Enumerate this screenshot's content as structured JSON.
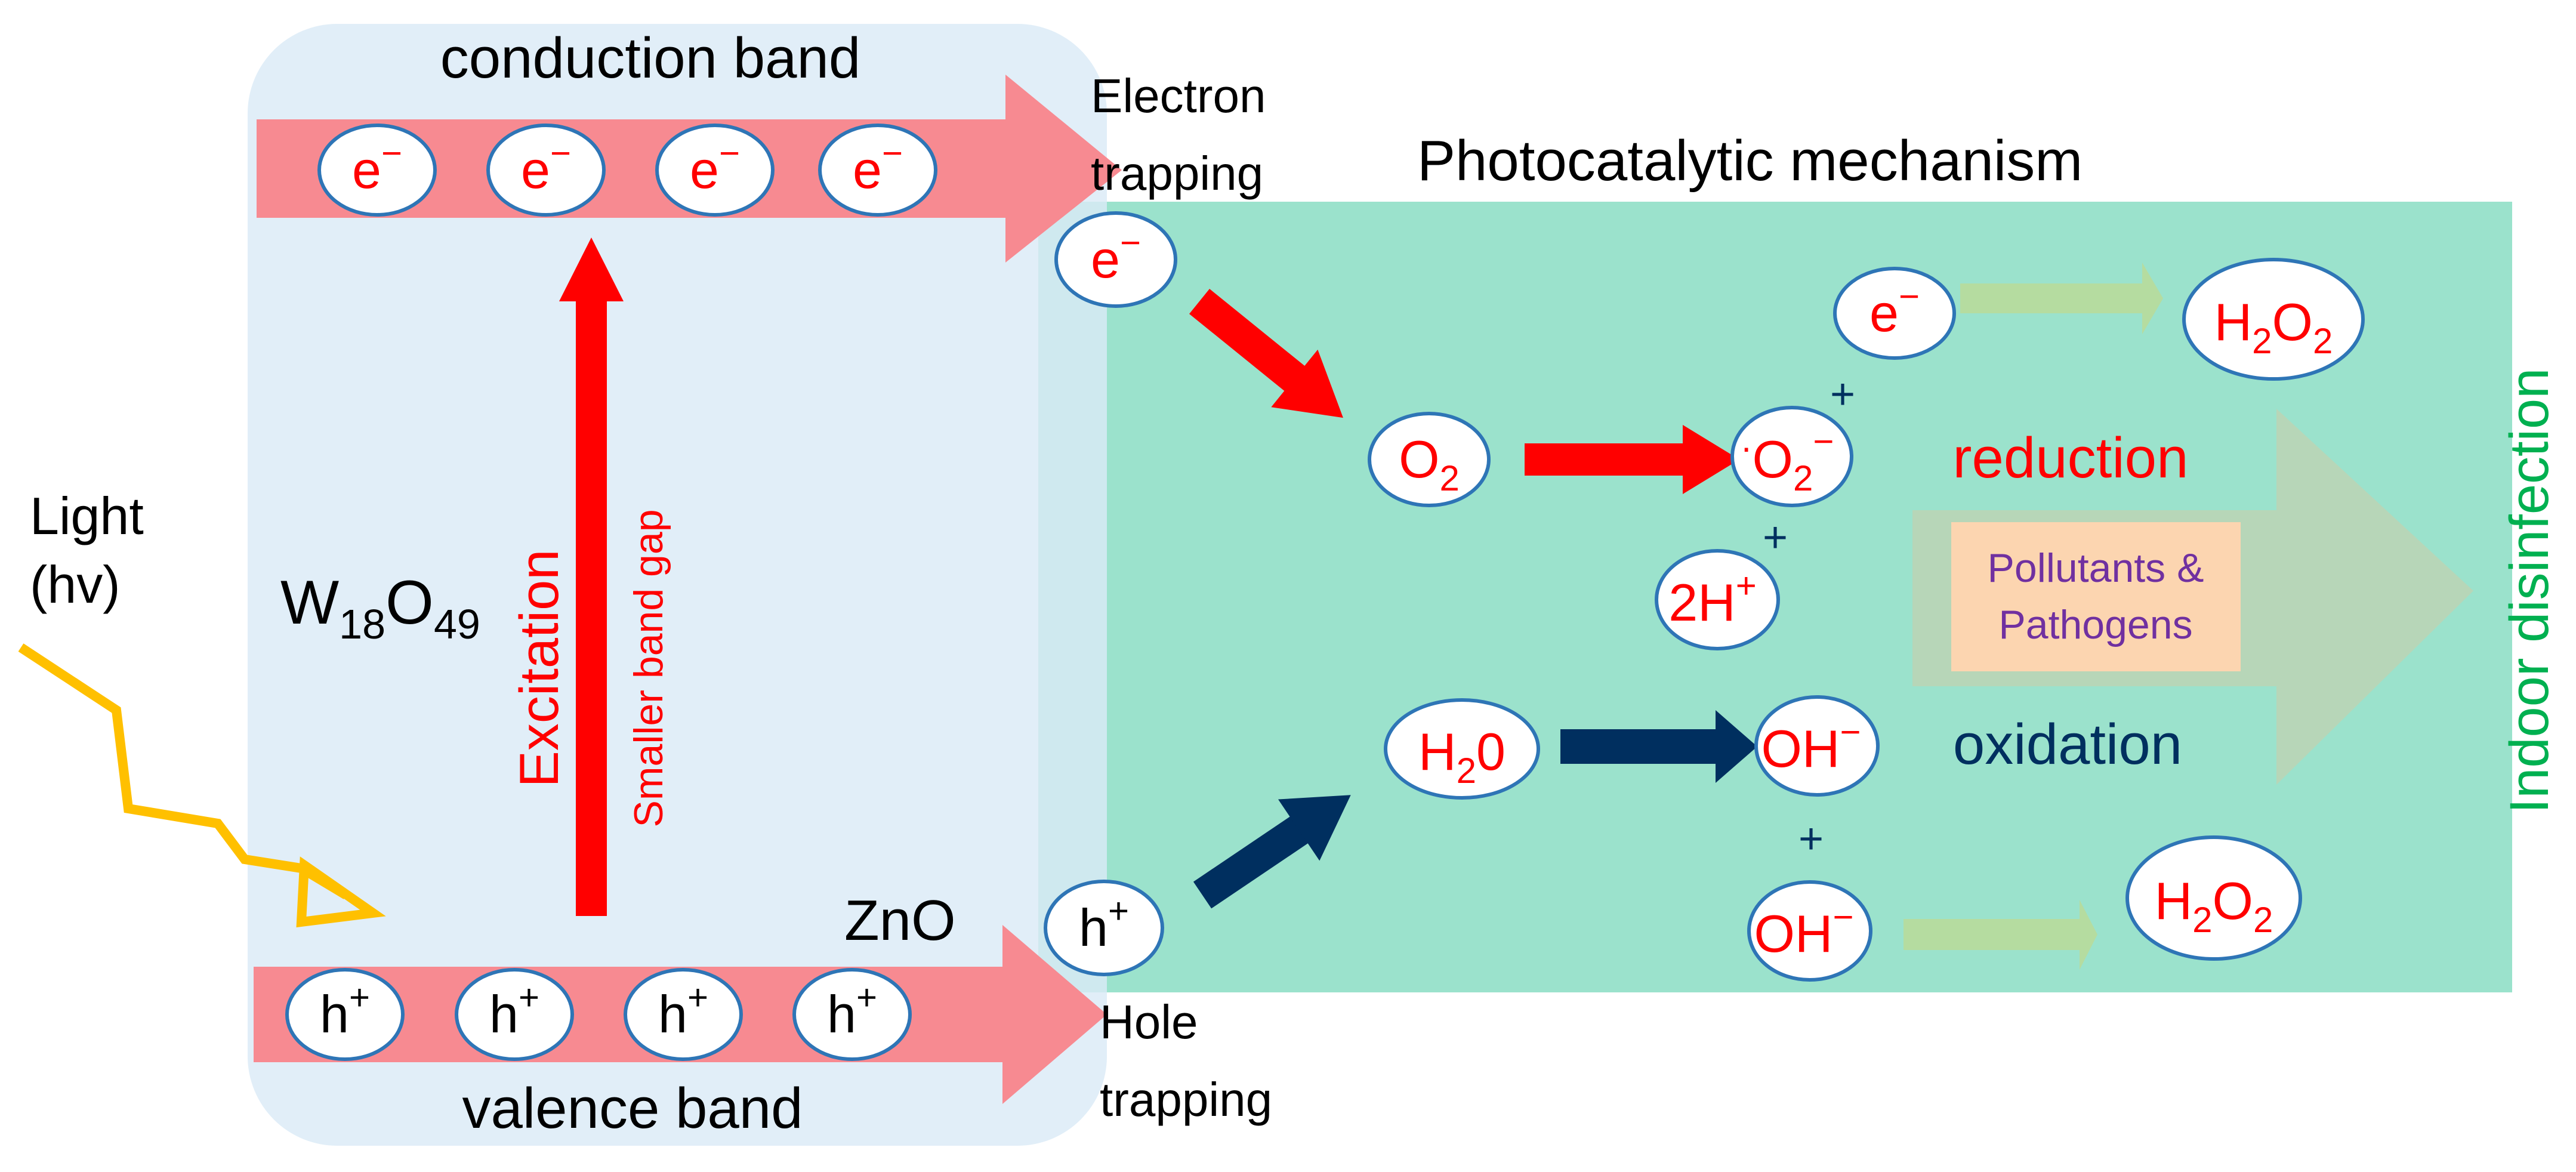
{
  "labels": {
    "conduction_band": "conduction band",
    "valence_band": "valence band",
    "electron_trapping_1": "Electron",
    "electron_trapping_2": "trapping",
    "hole_trapping_1": "Hole",
    "hole_trapping_2": "trapping",
    "mechanism_title": "Photocatalytic mechanism",
    "light_1": "Light",
    "light_2": "(hv)",
    "w_base_1": "W",
    "w_sub_1": "18",
    "w_base_2": "O",
    "w_sub_2": "49",
    "excitation": "Excitation",
    "band_gap": "Smaller band gap",
    "zno": "ZnO",
    "reduction": "reduction",
    "oxidation": "oxidation",
    "pollutants_1": "Pollutants &",
    "pollutants_2": "Pathogens",
    "indoor": "Indoor disinfection",
    "plus": "+"
  },
  "carriers": {
    "electron": "e⁻",
    "hole": "h⁺",
    "e_base": "e",
    "e_sup": "−",
    "h_base": "h",
    "h_sup": "+"
  },
  "species": {
    "o2_base": "O",
    "o2_sub": "2",
    "superoxide_dot": "·",
    "superoxide_base": "O",
    "superoxide_sub": "2",
    "superoxide_sup": "−",
    "two_h_base": "2H",
    "two_h_sup": "+",
    "h2o_text": "H",
    "h2o_sub": "2",
    "h2o_tail": "0",
    "oh_base": "OH",
    "oh_sup": "−",
    "h2o2_h": "H",
    "h2o2_sub1": "2",
    "h2o2_o": "O",
    "h2o2_sub2": "2"
  },
  "colors": {
    "panel_blue": "#dbeaf6",
    "panel_green": "#9be2cc",
    "band_pink": "#f78a91",
    "red": "#ff0000",
    "navy": "#002f5f",
    "ellipse_border": "#2e75b6",
    "light_yellow": "#ffc000",
    "light_green_arrow": "#b5dca0",
    "big_arrow": "#b7d6b8",
    "pollutant_box": "#fcd5b0",
    "purple": "#7030a0",
    "green_text": "#00b050"
  }
}
